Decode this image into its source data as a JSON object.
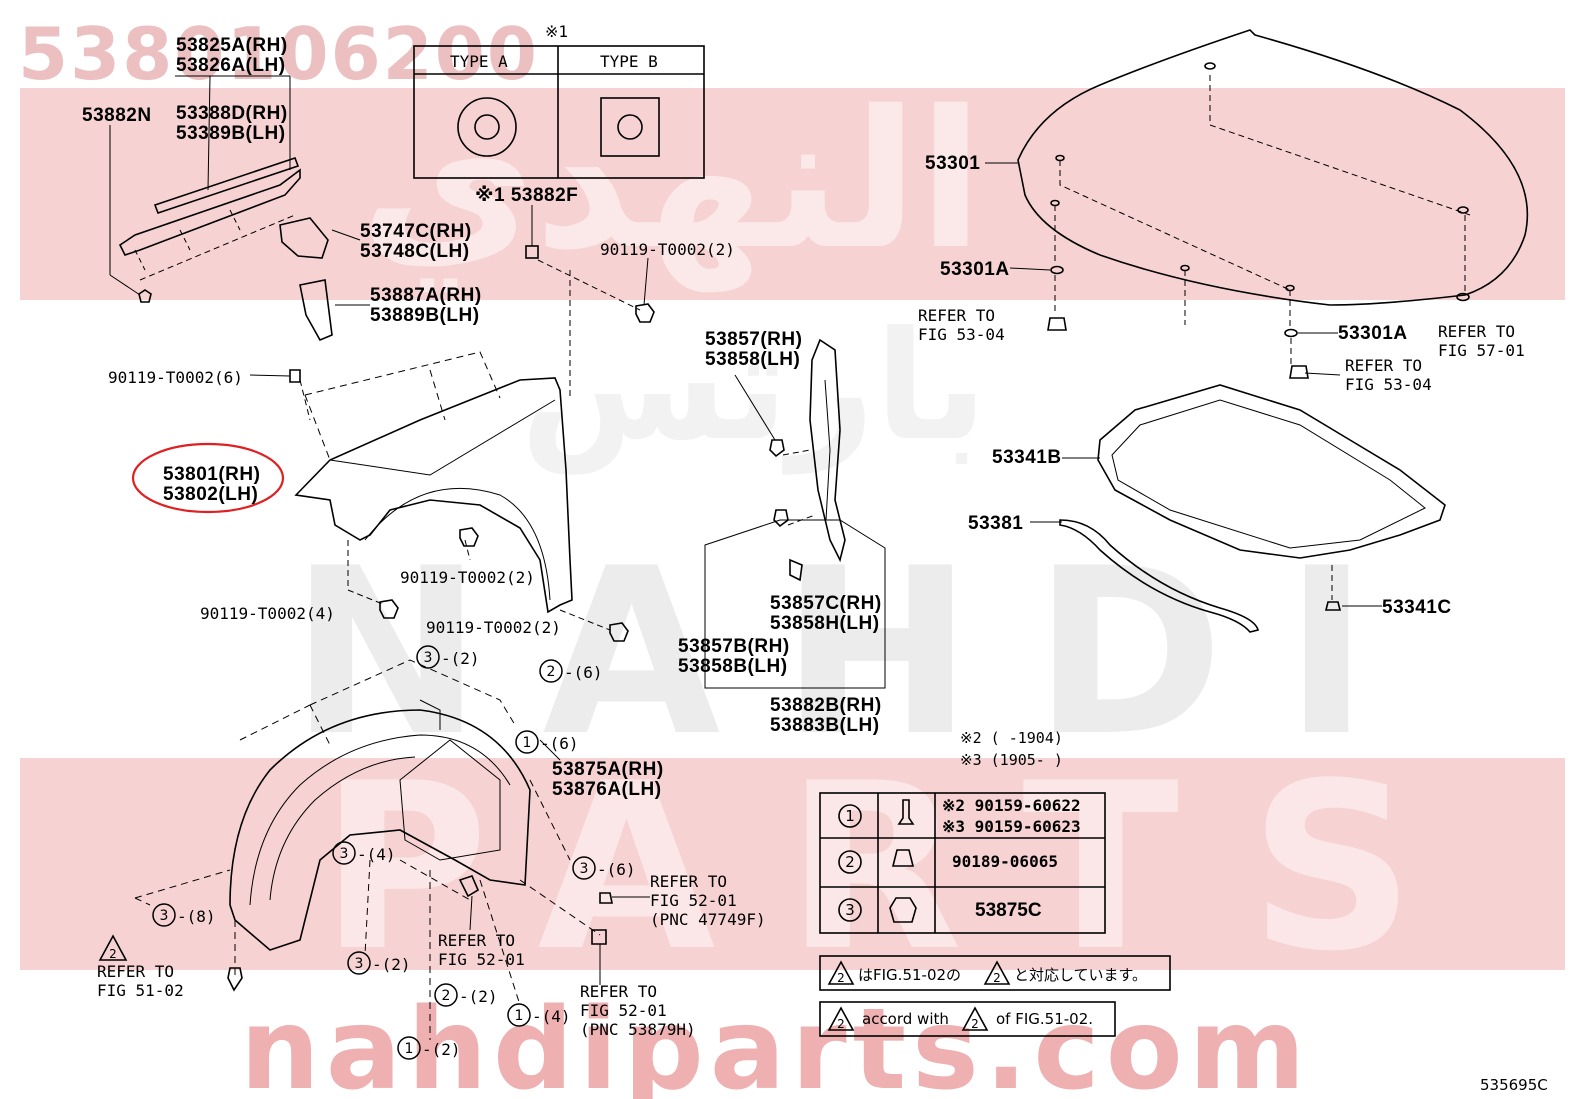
{
  "watermark": {
    "part_number": "5380106200",
    "arabic_top": "النهدي",
    "arabic_mid": "بارتس",
    "latin_mid": "NAHDI",
    "latin_low": "PARTS",
    "url": "nahdiparts.com",
    "band_color": "#f3c4c4",
    "text_color": "#e7a9a9"
  },
  "type_table": {
    "note_mark": "※1",
    "type_a": "TYPE A",
    "type_b": "TYPE B"
  },
  "labels": {
    "p53825a": "53825A(RH)",
    "p53826a": "53826A(LH)",
    "p53882n": "53882N",
    "p53388d": "53388D(RH)",
    "p53389b": "53389B(LH)",
    "p53882f": "※1 53882F",
    "p53747c": "53747C(RH)",
    "p53748c": "53748C(LH)",
    "p53887a": "53887A(RH)",
    "p53889b": "53889B(LH)",
    "bolt_a": "90119-T0002(2)",
    "bolt_b": "90119-T0002(6)",
    "p53801": "53801(RH)",
    "p53802": "53802(LH)",
    "bolt_c": "90119-T0002(2)",
    "bolt_d": "90119-T0002(4)",
    "bolt_e": "90119-T0002(2)",
    "p53857": "53857(RH)",
    "p53858": "53858(LH)",
    "p53857c": "53857C(RH)",
    "p53858h": "53858H(LH)",
    "p53857b": "53857B(RH)",
    "p53858b": "53858B(LH)",
    "p53882b": "53882B(RH)",
    "p53883b": "53883B(LH)",
    "p53301": "53301",
    "p53301a_1": "53301A",
    "refer_53_04_a1": "REFER TO",
    "refer_53_04_a2": "FIG 53-04",
    "p53301a_2": "53301A",
    "refer_57_01_1": "REFER TO",
    "refer_57_01_2": "FIG 57-01",
    "refer_53_04_b1": "REFER TO",
    "refer_53_04_b2": "FIG 53-04",
    "p53341b": "53341B",
    "p53381": "53381",
    "p53341c": "53341C",
    "c3_2a": "-(2)",
    "c2_6": "-(6)",
    "c1_6": "-(6)",
    "p53875a": "53875A(RH)",
    "p53876a": "53876A(LH)",
    "c3_4": "-(4)",
    "c3_6": "-(6)",
    "refer_52_01_a1": "REFER TO",
    "refer_52_01_a2": "FIG 52-01",
    "refer_52_01_a3": "(PNC 47749F)",
    "c3_8": "-(8)",
    "refer_52_01_b1": "REFER TO",
    "refer_52_01_b2": "FIG 52-01",
    "refer_51_02_1": "REFER TO",
    "refer_51_02_2": "FIG 51-02",
    "c3_2b": "-(2)",
    "c2_2": "-(2)",
    "c1_4": "-(4)",
    "refer_52_01_c1": "REFER TO",
    "refer_52_01_c2": "FIG 52-01",
    "refer_52_01_c3": "(PNC 53879H)",
    "c1_2": "-(2)",
    "note2": "※2 (      -1904)",
    "note3": "※3 (1905-      )",
    "fig_code": "535695C"
  },
  "legend_table": {
    "rows": [
      {
        "num": "1",
        "parts": [
          "※2 90159-60622",
          "※3 90159-60623"
        ]
      },
      {
        "num": "2",
        "parts": [
          "90189-06065"
        ]
      },
      {
        "num": "3",
        "parts": [
          "53875C"
        ]
      }
    ]
  },
  "notes_box": {
    "jp_pre": "",
    "jp_mid": "はFIG.51-02の",
    "jp_post": "と対応しています。",
    "en_mid": "accord with",
    "en_post": "of FIG.51-02."
  },
  "highlight_color": "#e02020"
}
